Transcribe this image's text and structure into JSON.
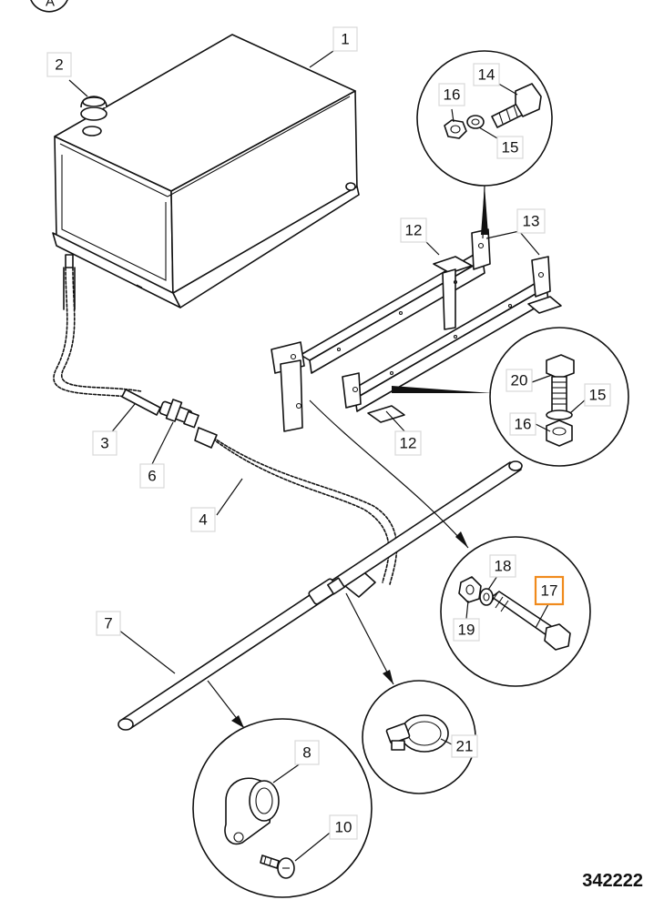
{
  "view_marker": "A",
  "drawing_code": "342222",
  "highlight_color": "#f08a1c",
  "parts": {
    "p1": "1",
    "p2": "2",
    "p3": "3",
    "p4": "4",
    "p6": "6",
    "p7": "7",
    "p8": "8",
    "p10": "10",
    "p12a": "12",
    "p12b": "12",
    "p13": "13",
    "p14": "14",
    "p15a": "15",
    "p15b": "15",
    "p16a": "16",
    "p16b": "16",
    "p17": "17",
    "p18": "18",
    "p19": "19",
    "p20": "20",
    "p21": "21"
  }
}
